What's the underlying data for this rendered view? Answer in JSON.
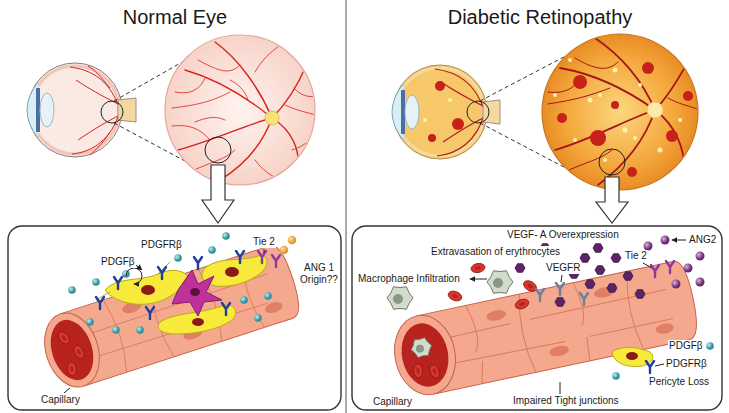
{
  "diagram": {
    "labels": [
      "Normal Eye",
      "Diabetic Retinopathy",
      "PDGFRβ",
      "PDGFβ",
      "Tie 2",
      "ANG 1 Origin??",
      "Capillary",
      "VEGF- A Overexpression",
      "ANG2",
      "Extravasation of erythrocytes",
      "VEGFR",
      "Macrophage Infiltration",
      "Tie 2",
      "PDGFβ",
      "PDGFRβ",
      "Pericyte Loss",
      "Impaired Tight junctions",
      "Capillary"
    ]
  }
}
